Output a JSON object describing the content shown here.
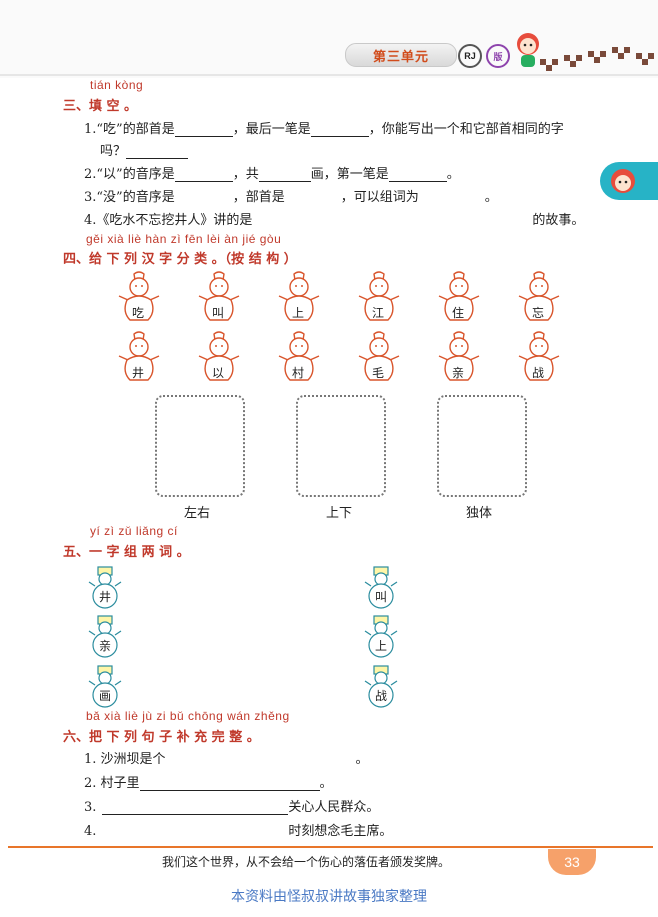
{
  "header": {
    "unit_label": "第三单元",
    "badge_rj": "RJ",
    "badge_ban": "版"
  },
  "colors": {
    "accent_red": "#c0392b",
    "footer_orange": "#e8752a",
    "page_tab": "#f6a16a",
    "side_tab": "#27b3c6",
    "note_blue": "#4a79c4"
  },
  "section3": {
    "pinyin": "tián kòng",
    "title": "三、填  空  。",
    "q1_a": "1.“吃”的部首是",
    "q1_b": "，最后一笔是",
    "q1_c": "，你能写出一个和它部首相同的字",
    "q1_d": "吗？",
    "q2_a": "2.“以”的音序是",
    "q2_b": "，共",
    "q2_c": "画，第一笔是",
    "q2_d": "。",
    "q3_a": "3.“没”的音序是",
    "q3_b": "，部首是",
    "q3_c": "，可以组词为",
    "q3_d": "。",
    "q4_a": "4.《吃水不忘挖井人》讲的是",
    "q4_b": "的故事。"
  },
  "section4": {
    "pinyin": "gěi xià liè hàn zì fēn lèi       àn jié gòu",
    "title": "四、给 下 列 汉 字 分 类 。（按 结 构 ）",
    "row1": [
      "吃",
      "叫",
      "上",
      "江",
      "住",
      "忘"
    ],
    "row2": [
      "井",
      "以",
      "村",
      "毛",
      "亲",
      "战"
    ],
    "boxes": [
      "左右",
      "上下",
      "独体"
    ]
  },
  "section5": {
    "pinyin": "yí  zì  zǔ liǎng cí",
    "title": "五、一 字 组  两  词 。",
    "left_chars": [
      "井",
      "亲",
      "画"
    ],
    "right_chars": [
      "叫",
      "上",
      "战"
    ]
  },
  "section6": {
    "pinyin": "bǎ xià liè jù zi bǔ chōng wán zhěng",
    "title": "六、把 下 列 句 子 补   充    完    整   。",
    "s1_a": "1. 沙洲坝是个",
    "s1_b": "。",
    "s2_a": "2. 村子里",
    "s2_b": "。",
    "s3_a": "3.",
    "s3_b": "关心人民群众。",
    "s4_a": "4.",
    "s4_b": "时刻想念毛主席。"
  },
  "footer": {
    "quote": "我们这个世界，从不会给一个伤心的落伍者颁发奖牌。",
    "page_number": "33",
    "note": "本资料由怪叔叔讲故事独家整理"
  }
}
